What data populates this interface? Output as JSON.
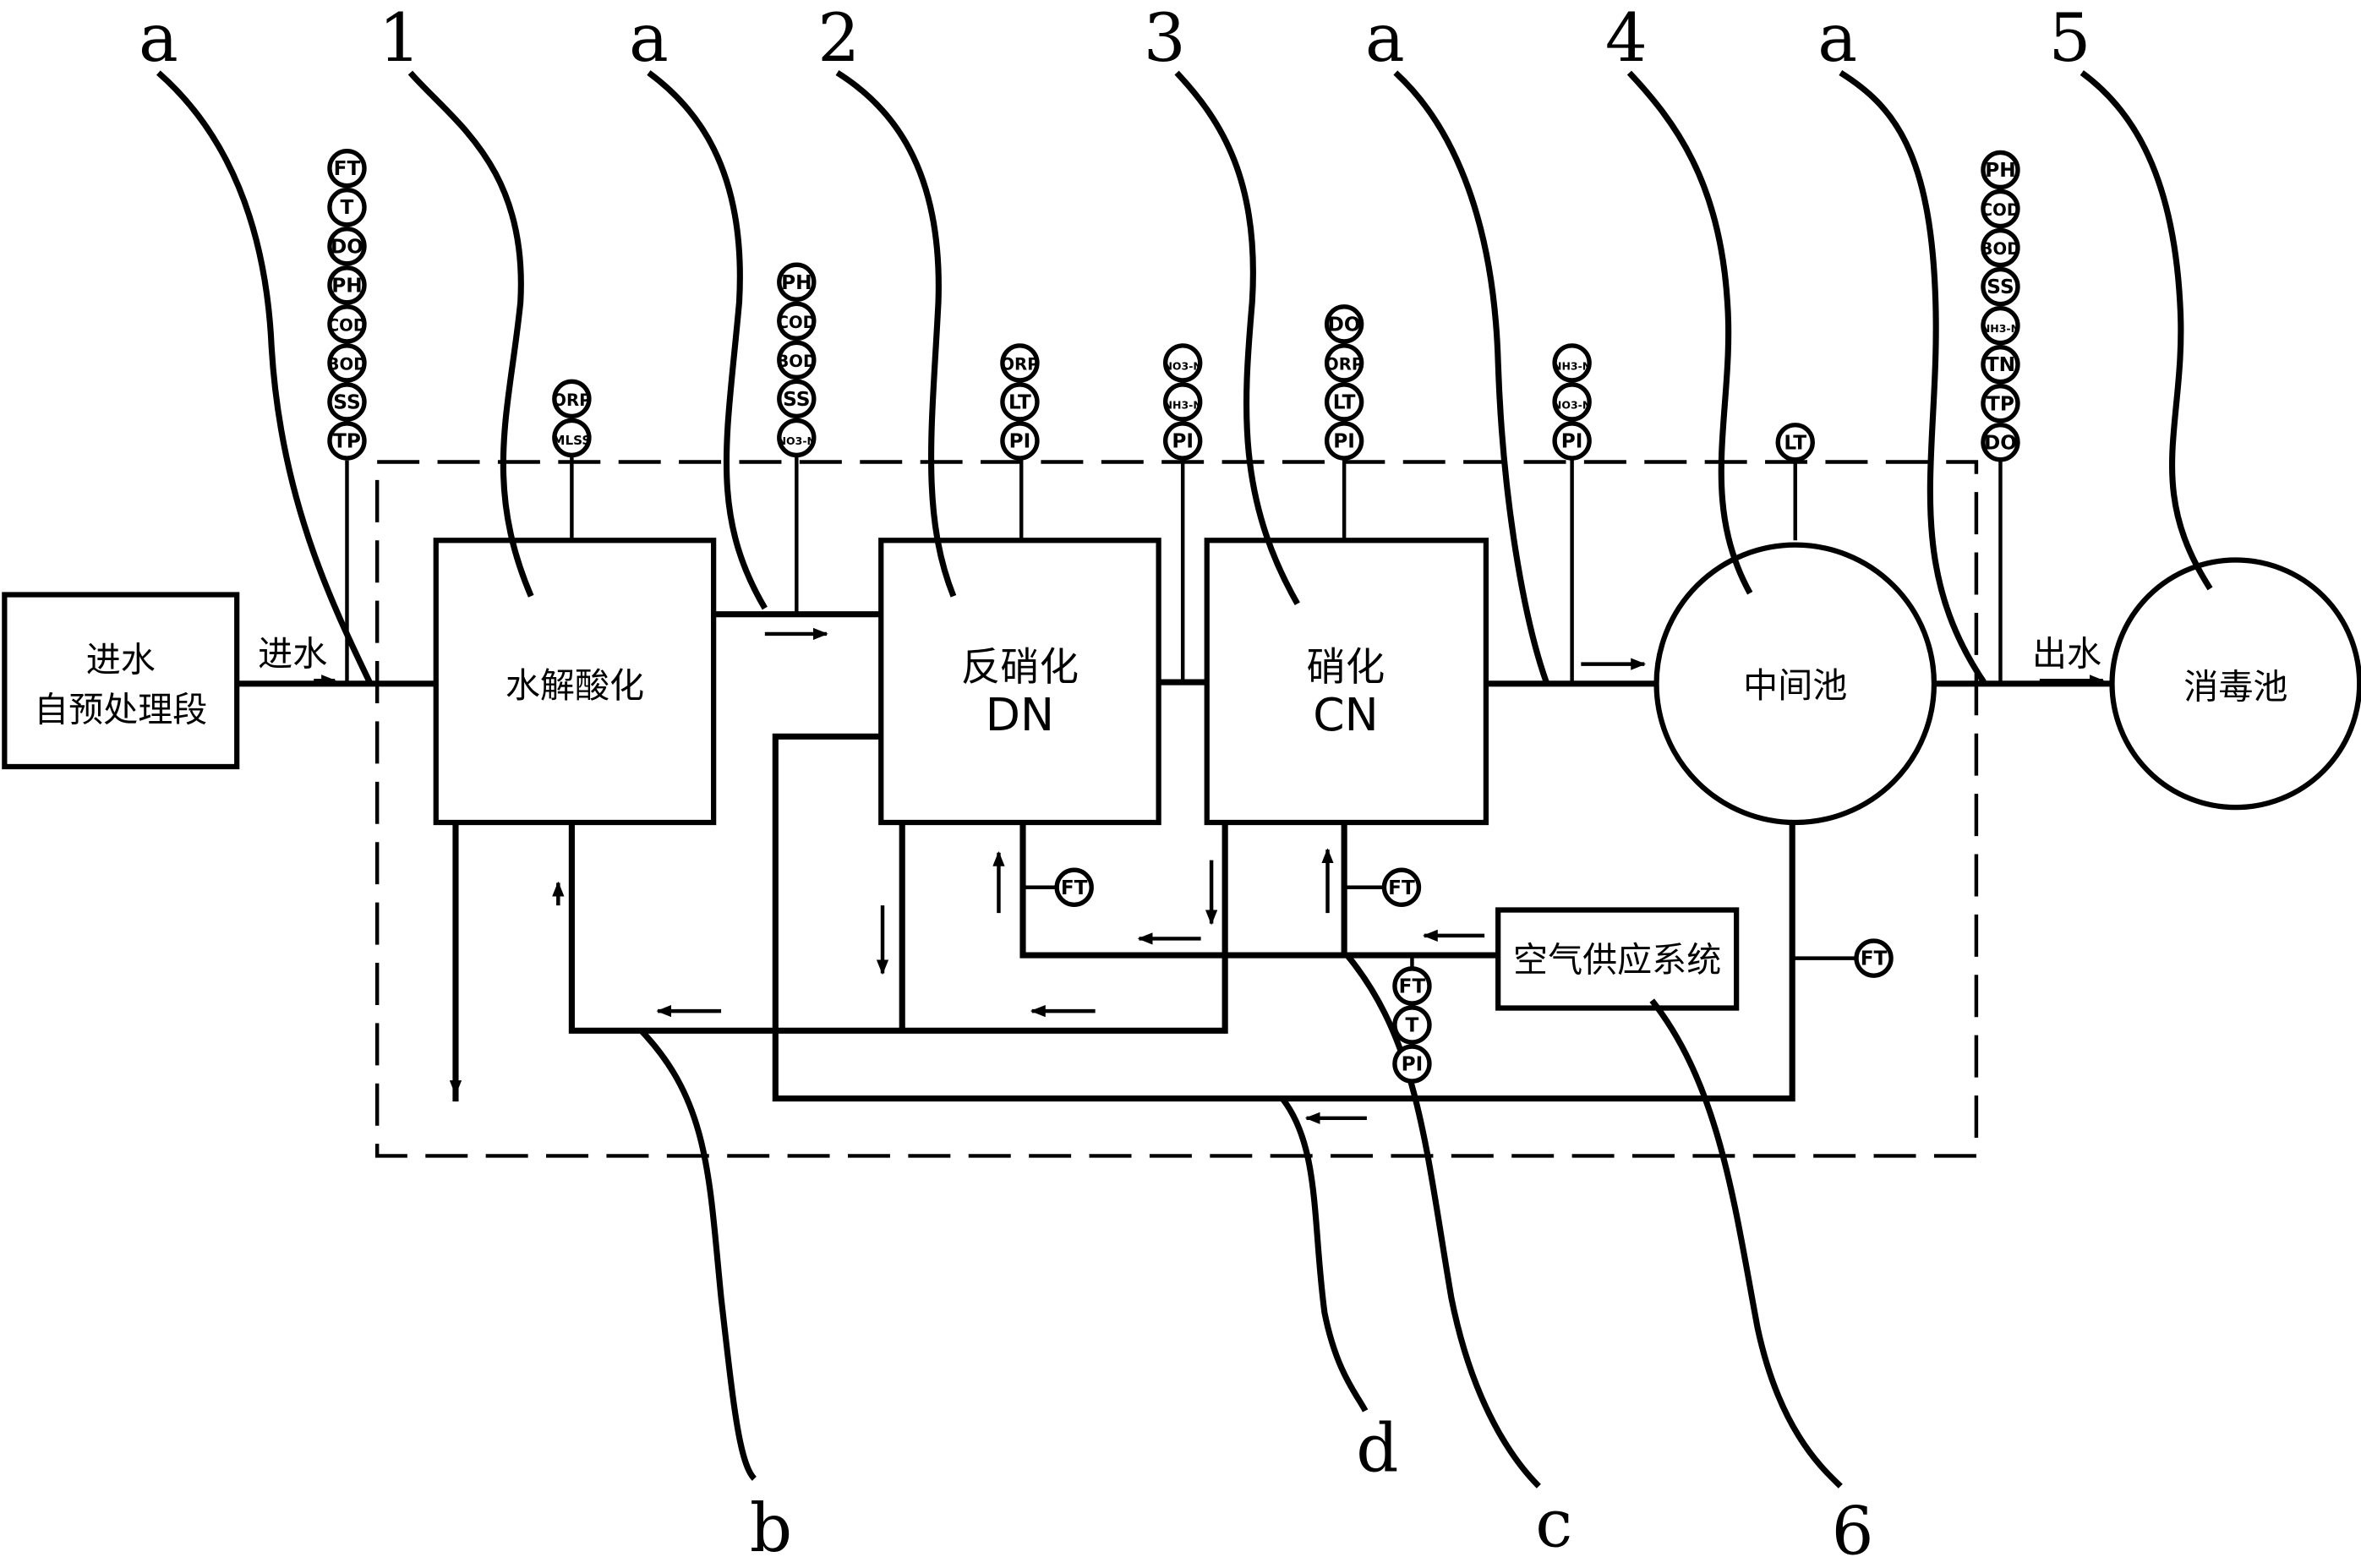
{
  "colors": {
    "ink": "#000000",
    "background": "#ffffff"
  },
  "units": {
    "pretreatment": {
      "line1": "进水",
      "line2": "自预处理段"
    },
    "hydrolysis": {
      "label": "水解酸化"
    },
    "denitrification": {
      "label": "反硝化",
      "code": "DN"
    },
    "nitrification": {
      "label": "硝化",
      "code": "CN"
    },
    "intermediate_tank": {
      "label": "中间池"
    },
    "disinfection_tank": {
      "label": "消毒池"
    },
    "air_supply": {
      "label": "空气供应系统"
    }
  },
  "flow_labels": {
    "inlet": "进水",
    "outlet": "出水"
  },
  "callouts": {
    "n1": "1",
    "n2": "2",
    "n3": "3",
    "n4": "4",
    "n5": "5",
    "n6": "6",
    "a1": "a",
    "a2": "a",
    "a3": "a",
    "a4": "a",
    "b": "b",
    "c": "c",
    "d": "d"
  },
  "instruments": {
    "inlet": [
      "FT",
      "T",
      "DO",
      "PH",
      "COD",
      "BOD",
      "SS",
      "TP"
    ],
    "hydrolysis": [
      "ORP",
      "MLSS"
    ],
    "between_hydro_dn": [
      "PH",
      "COD",
      "BOD",
      "SS",
      "NO3-N"
    ],
    "denitrification": [
      "ORP",
      "LT",
      "PI"
    ],
    "between_dn_cn": [
      "NO3-N",
      "NH3-N",
      "PI"
    ],
    "nitrification": [
      "DO",
      "ORP",
      "LT",
      "PI"
    ],
    "between_cn_mid": [
      "NH3-N",
      "NO3-N",
      "PI"
    ],
    "intermediate": [
      "LT"
    ],
    "outlet": [
      "PH",
      "COD",
      "BOD",
      "SS",
      "NH3-N",
      "TN",
      "TP",
      "DO"
    ],
    "dn_bottom": [
      "FT"
    ],
    "cn_bottom": [
      "FT"
    ],
    "air_line": [
      "FT",
      "T",
      "PI"
    ],
    "return_d": [
      "FT"
    ]
  }
}
